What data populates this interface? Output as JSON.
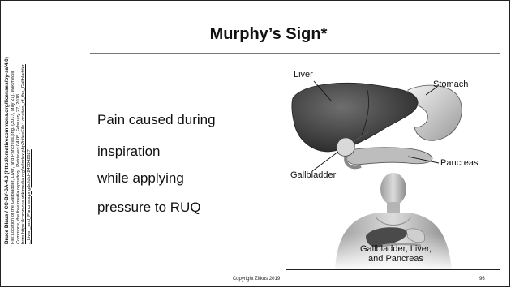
{
  "credit": {
    "line1": "Bruce Blaus / CC-BY-SA-4.0 (http://creativecommons.org/licenses/by-sa/4.0)",
    "line2a": "File:Location of the Gallbladder, Liver, and Pancreas.png. (2017, May 21).",
    "line2b": "Wikimedia",
    "line3a": "Commons, the free media repository",
    "line3b": ". Retrieved 04:05, February 27, 2018",
    "line4": "from https://commons.wikimedia.org/w/index.php?title=File:Location_of_the_Gallbladder",
    "line5": ",_Liver,_and_Pancreas.png&oldid=243042827"
  },
  "title": "Murphy’s Sign*",
  "body": {
    "line1": "Pain caused during",
    "line2": "inspiration",
    "line3": "while applying",
    "line4": "pressure to RUQ"
  },
  "figure": {
    "label_liver": "Liver",
    "label_stomach": "Stomach",
    "label_pancreas": "Pancreas",
    "label_gallbladder": "Gallbladder",
    "caption_line1": "Gallbladder, Liver,",
    "caption_line2": "and Pancreas"
  },
  "footer": "Copyright Zitkus 2019",
  "page_number": "96"
}
